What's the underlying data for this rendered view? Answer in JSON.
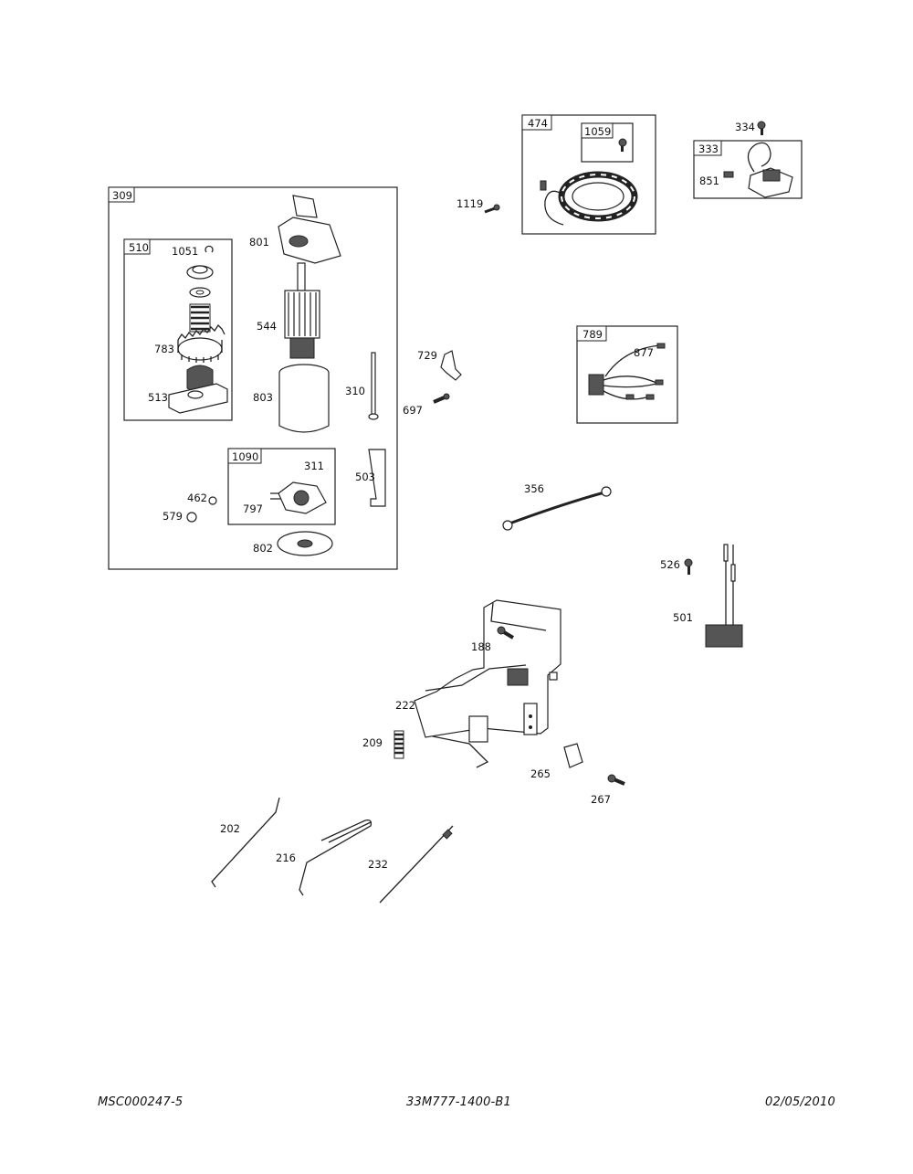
{
  "footer": {
    "left": "MSC000247-5",
    "center": "33M777-1400-B1",
    "right": "02/05/2010"
  },
  "boxes": {
    "b309": "309",
    "b510": "510",
    "b1090": "1090",
    "b474": "474",
    "b1059": "1059",
    "b333": "333",
    "b789": "789"
  },
  "callouts": {
    "c801": "801",
    "c1051": "1051",
    "c544": "544",
    "c783": "783",
    "c513": "513",
    "c803": "803",
    "c310": "310",
    "c311": "311",
    "c462": "462",
    "c797": "797",
    "c579": "579",
    "c503": "503",
    "c802": "802",
    "c1119": "1119",
    "c334": "334",
    "c851": "851",
    "c729": "729",
    "c697": "697",
    "c877": "877",
    "c356": "356",
    "c526": "526",
    "c501": "501",
    "c188": "188",
    "c222": "222",
    "c209": "209",
    "c265": "265",
    "c267": "267",
    "c202": "202",
    "c216": "216",
    "c232": "232"
  }
}
